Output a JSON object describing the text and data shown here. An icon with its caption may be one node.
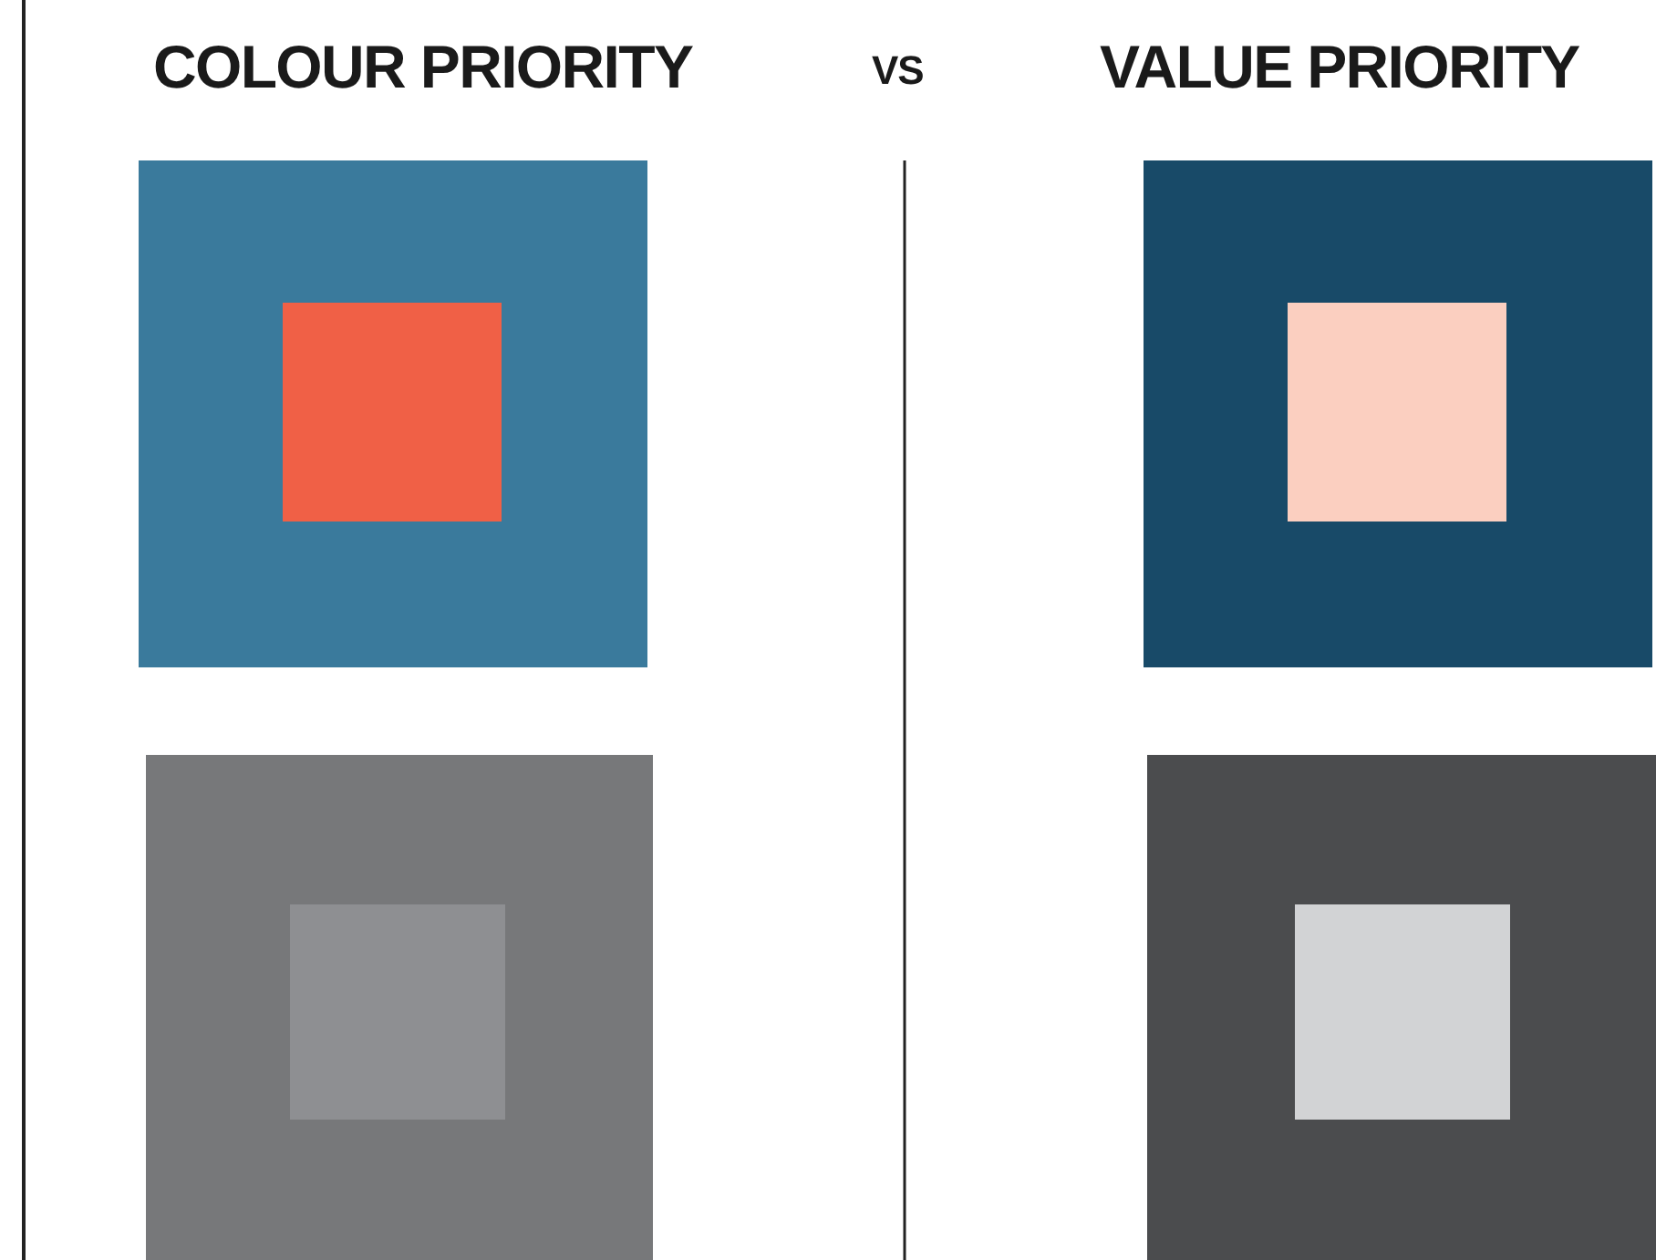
{
  "diagram": {
    "nodes": [
      {
        "text": [],
        "shape": "box"
      },
      {
        "text": [],
        "shape": "box",
        "in": 0
      },
      {
        "text": [],
        "shape": "box"
      },
      {
        "text": [],
        "shape": "box",
        "in": 2
      },
      {
        "text": [],
        "shape": "box"
      },
      {
        "text": [],
        "shape": "box",
        "in": 4
      },
      {
        "text": [],
        "shape": "box"
      },
      {
        "text": [],
        "shape": "box",
        "in": 6
      }
    ],
    "labels": [
      "COLOUR PRIORITY",
      "VS",
      "VALUE PRIORITY"
    ]
  }
}
